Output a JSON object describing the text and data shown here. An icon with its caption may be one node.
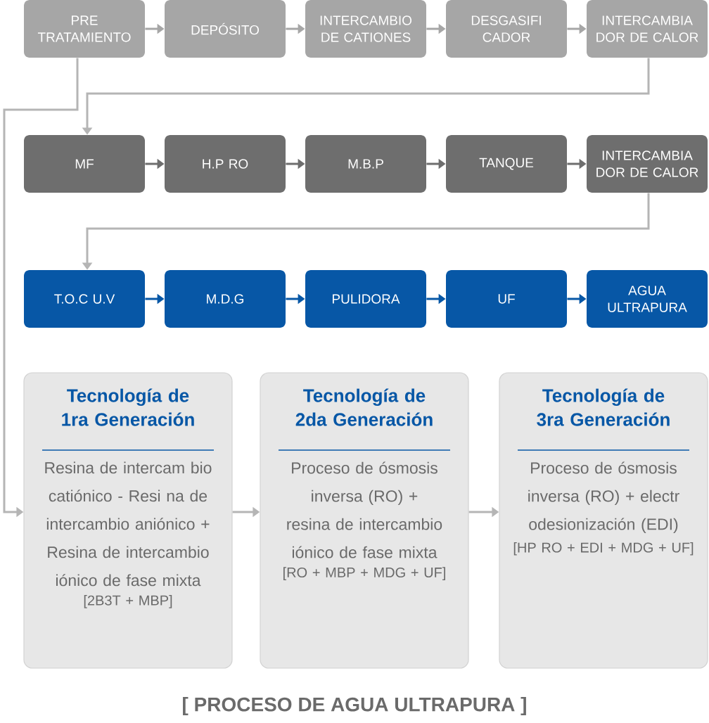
{
  "diagram": {
    "caption": "[ PROCESO DE AGUA ULTRAPURA ]",
    "nodes": [
      {
        "text": [
          "PRE TRATAMIENTO"
        ]
      },
      {
        "text": [
          "DEPÓSITO"
        ]
      },
      {
        "text": [
          "INTERCAMBIO DE CATIONES"
        ]
      },
      {
        "text": [
          "DESGASIFI CADOR"
        ]
      },
      {
        "text": [
          "INTERCAMBIA DOR DE CALOR"
        ]
      },
      {
        "text": [
          "MF"
        ]
      },
      {
        "text": [
          "H.P RO"
        ]
      },
      {
        "text": [
          "M.B.P"
        ]
      },
      {
        "text": [
          "TANQUE"
        ]
      },
      {
        "text": [
          "INTERCAMBIA DOR DE CALOR"
        ]
      },
      {
        "text": [
          "T.O.C U.V"
        ]
      },
      {
        "text": [
          "M.D.G"
        ]
      },
      {
        "text": [
          "PULIDORA"
        ]
      },
      {
        "text": [
          "UF"
        ]
      },
      {
        "text": [
          "AGUA ULTRAPURA"
        ]
      },
      {
        "text": [
          "Tecnología de 1ra Generación",
          "Resina de intercam bio catiónico - Resi na de intercambio aniónico + Resina de intercambio iónico de fase mixta",
          "[2B3T + MBP]"
        ]
      },
      {
        "text": [
          "Tecnología de 2da Generación",
          "Proceso de ósmosis inversa (RO) + resina de intercambio iónico de fase mixta",
          "[RO + MBP + MDG + UF]"
        ]
      },
      {
        "text": [
          "Tecnología de 3ra Generación",
          "Proceso de ósmosis inversa (RO) + electr odesionización (EDI)",
          "[HP RO + EDI + MDG + UF]"
        ]
      }
    ],
    "edges": [
      {
        "from": 0,
        "to": 1,
        "arrow": "to"
      },
      {
        "from": 1,
        "to": 2,
        "arrow": "to"
      },
      {
        "from": 2,
        "to": 3,
        "arrow": "to"
      },
      {
        "from": 3,
        "to": 4,
        "arrow": "to"
      },
      {
        "from": 4,
        "to": 5,
        "arrow": "to"
      },
      {
        "from": 5,
        "to": 6,
        "arrow": "to",
        "color": "#6e6e6e"
      },
      {
        "from": 6,
        "to": 7,
        "arrow": "to",
        "color": "#6e6e6e"
      },
      {
        "from": 7,
        "to": 8,
        "arrow": "to",
        "color": "#6e6e6e"
      },
      {
        "from": 8,
        "to": 9,
        "arrow": "to",
        "color": "#6e6e6e"
      },
      {
        "from": 9,
        "to": 10,
        "arrow": "to"
      },
      {
        "from": 10,
        "to": 11,
        "arrow": "to",
        "color": "#0757a6"
      },
      {
        "from": 11,
        "to": 12,
        "arrow": "to",
        "color": "#0757a6"
      },
      {
        "from": 12,
        "to": 13,
        "arrow": "to",
        "color": "#0757a6"
      },
      {
        "from": 13,
        "to": 14,
        "arrow": "to",
        "color": "#0757a6"
      },
      {
        "from": 0,
        "to": 15,
        "arrow": "to"
      },
      {
        "from": 15,
        "to": 16,
        "arrow": "to"
      },
      {
        "from": 16,
        "to": 17,
        "arrow": "to"
      }
    ]
  }
}
